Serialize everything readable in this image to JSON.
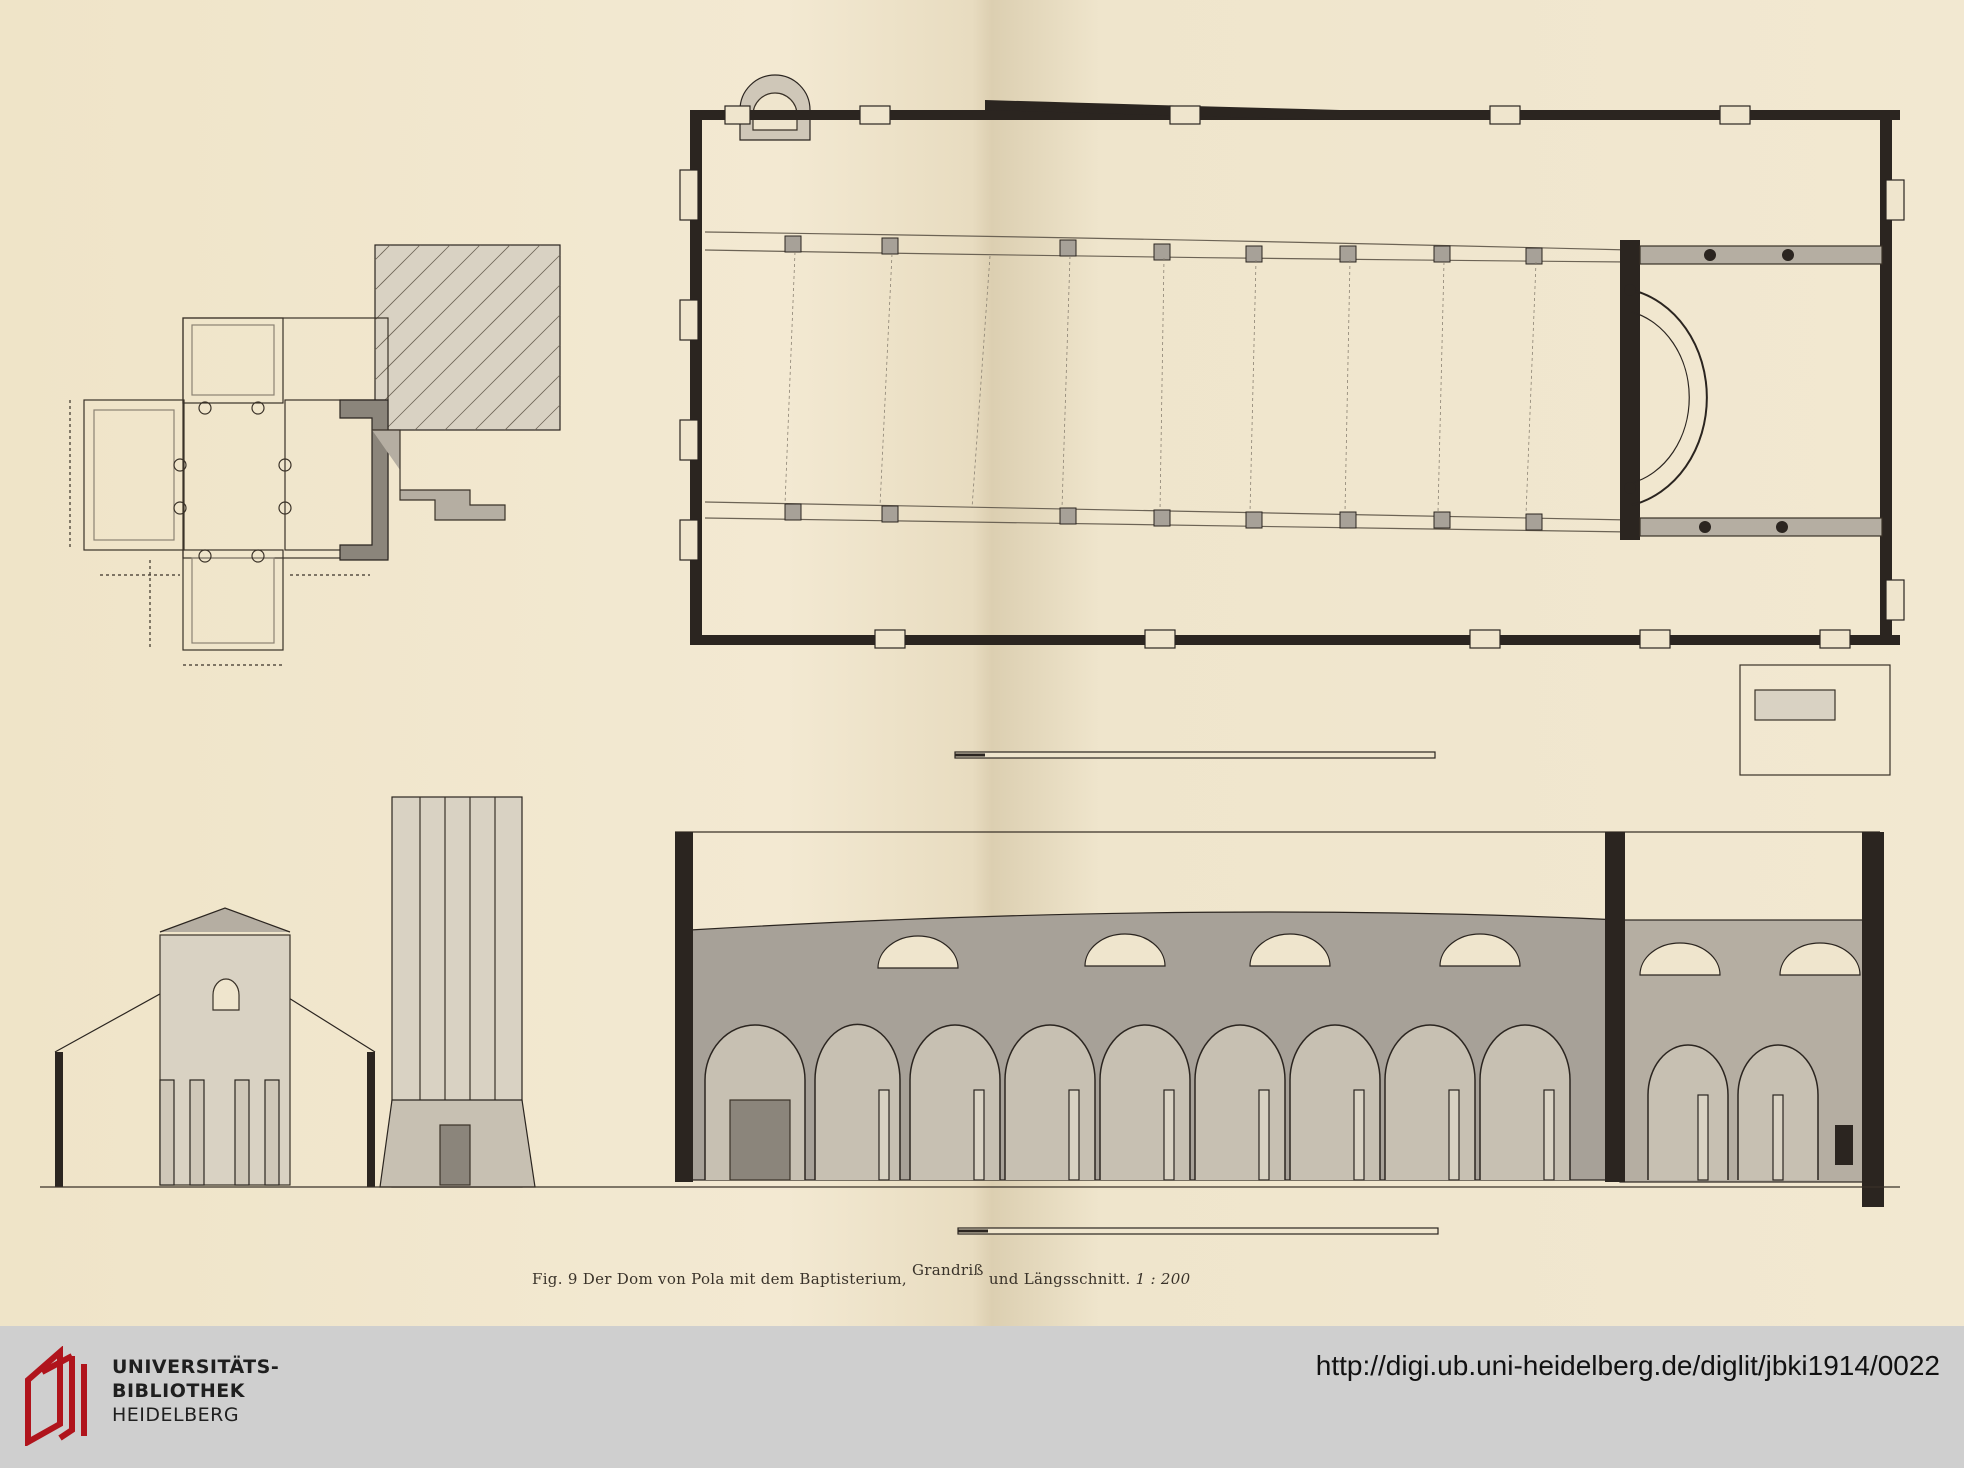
{
  "caption": {
    "prefix": "Fig. 9   Der Dom von Pola mit dem Baptisterium,",
    "raised": "Grandriß",
    "middle": "und Längsschnitt.",
    "scale": "1 : 200"
  },
  "footer": {
    "library_line1": "UNIVERSITÄTS-",
    "library_line2": "BIBLIOTHEK",
    "library_line3": "HEIDELBERG",
    "url": "http://digi.ub.uni-heidelberg.de/diglit/jbki1914/0022"
  },
  "colors": {
    "paper": "#efe5cd",
    "ink": "#2b2520",
    "wash": "#a7a198",
    "footer": "#cfcfcf",
    "logo_red": "#b0141c"
  },
  "icons": [
    "library-logo-icon"
  ]
}
